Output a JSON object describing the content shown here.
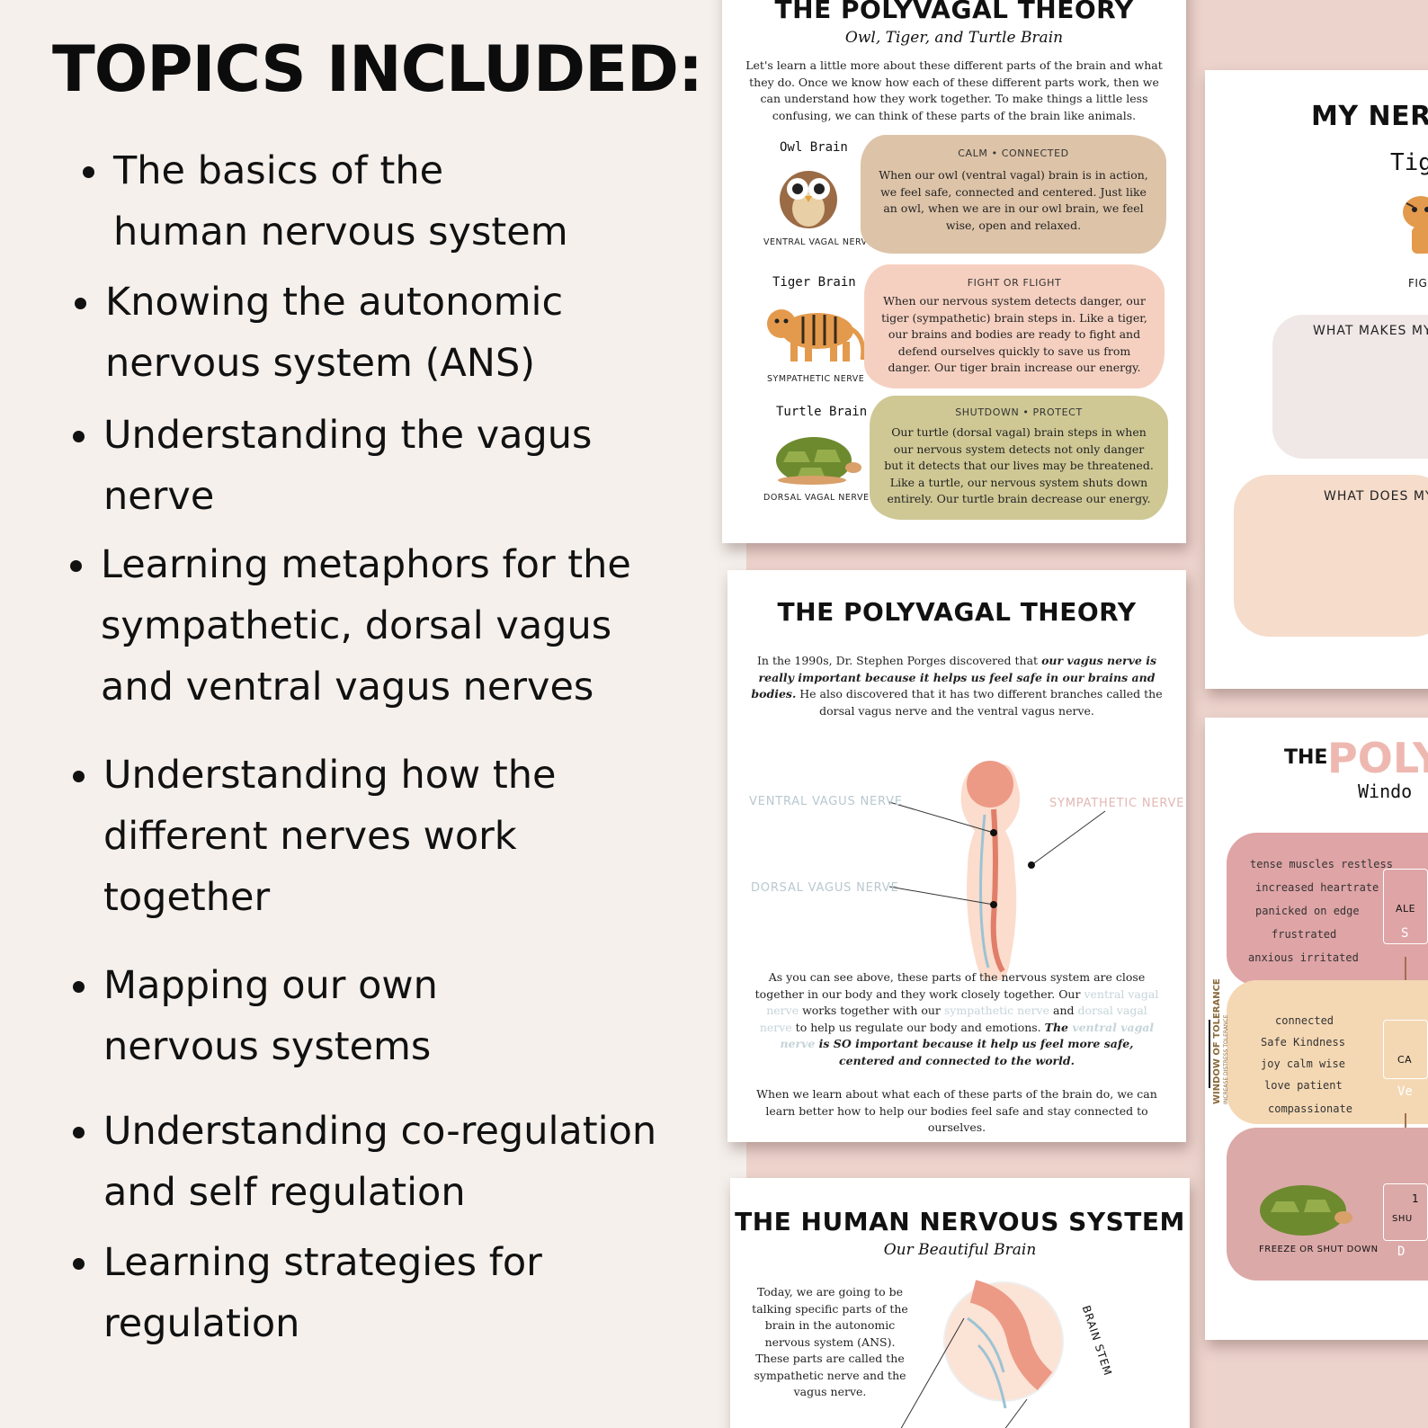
{
  "left": {
    "heading": "TOPICS INCLUDED:",
    "topics": [
      {
        "line1": "The basics of the",
        "line2": "human nervous system"
      },
      {
        "line1": "Knowing the autonomic",
        "line2": "nervous system (ANS)"
      },
      {
        "line1": "Understanding the vagus",
        "line2": "nerve"
      },
      {
        "line1": "Learning metaphors for the",
        "line2": "sympathetic, dorsal vagus",
        "line3": "and ventral vagus nerves"
      },
      {
        "line1": "Understanding how the",
        "line2": "different nerves work",
        "line3": "together"
      },
      {
        "line1": "Mapping our own",
        "line2": "nervous systems"
      },
      {
        "line1": "Understanding co-regulation",
        "line2": "and self regulation"
      },
      {
        "line1": "Learning strategies for",
        "line2": "regulation"
      }
    ]
  },
  "page1": {
    "title": "THE POLYVAGAL THEORY",
    "subtitle": "Owl, Tiger, and Turtle Brain",
    "intro": "Let's learn a little more about these different parts of the brain and what they do.  Once we know how each of these different parts work, then we can understand how they work together.  To make things a little less confusing, we can think of these parts of the brain like animals.",
    "animals": [
      {
        "name": "Owl Brain",
        "nerve": "VENTRAL VAGAL NERVE",
        "heading": "CALM • CONNECTED",
        "text": "When our owl (ventral vagal) brain is in action, we feel safe, connected and centered. Just like an owl, when we are in our owl brain, we feel wise, open and relaxed.",
        "color": "#ddc3a8"
      },
      {
        "name": "Tiger Brain",
        "nerve": "SYMPATHETIC NERVE",
        "heading": "FIGHT OR FLIGHT",
        "text": "When our nervous system detects danger, our tiger (sympathetic) brain steps in.  Like a tiger, our brains and bodies are ready to fight and defend ourselves quickly to save us from danger. Our tiger brain increase our energy.",
        "color": "#f5d0c0"
      },
      {
        "name": "Turtle Brain",
        "nerve": "DORSAL VAGAL NERVE",
        "heading": "SHUTDOWN • PROTECT",
        "text": "Our turtle (dorsal vagal) brain steps in when our nervous system detects not only danger but it detects that our lives may be threatened. Like a turtle, our nervous system shuts down entirely.  Our turtle brain decrease our energy.",
        "color": "#cfc895"
      }
    ]
  },
  "page2": {
    "title": "THE POLYVAGAL THEORY",
    "intro_a": "In the 1990s, Dr. Stephen Porges discovered that ",
    "intro_b": "our vagus nerve is really important because it helps us feel safe in our brains and bodies.",
    "intro_c": "  He also discovered that it has two different branches called the dorsal vagus nerve and the ventral vagus nerve.",
    "labels": {
      "ventral": "VENTRAL VAGUS NERVE",
      "sympathetic": "SYMPATHETIC NERVE",
      "dorsal": "DORSAL VAGUS NERVE"
    },
    "body_a": "As you can see above, these parts of the nervous system are close together in our body and they work closely together.  Our ",
    "body_b": "ventral vagal nerve",
    "body_c": " works together with our ",
    "body_d": "sympathetic nerve",
    "body_e": " and ",
    "body_f": "dorsal vagal nerve",
    "body_g": " to help us regulate our body and emotions. ",
    "body_h": "The ",
    "body_i": "ventral vagal nerve",
    "body_j": " is SO important because it help us feel more safe, centered and connected to the world.",
    "closing": "When we learn about what each of these parts of the brain do, we can learn better how to help our bodies feel safe and stay connected to ourselves."
  },
  "page3": {
    "title": "THE HUMAN NERVOUS SYSTEM",
    "subtitle": "Our Beautiful Brain",
    "text": "Today, we are going to be talking specific parts of the brain in the autonomic nervous system (ANS). These parts are called the sympathetic nerve and the vagus nerve.",
    "label": "BRAIN STEM"
  },
  "page4": {
    "title": "MY NERV",
    "sub": "Tig",
    "fig": "FIG",
    "q1": "WHAT MAKES MY",
    "q2": "WHAT DOES MY"
  },
  "page5": {
    "the": "THE",
    "poly": "POLY",
    "windo": "Windo",
    "top_words": [
      "tense muscles  restless",
      "increased heartrate",
      "panicked     on edge",
      "frustrated",
      "anxious     irritated"
    ],
    "mid_words": [
      "connected",
      "Safe   Kindness",
      "joy  calm  wise",
      "love   patient",
      "compassionate"
    ],
    "side_label": "WINDOW OF TOLERANCE",
    "side_sub": "INCREASE DISTRESS TOLERANCE",
    "box1": "ALE",
    "box1b": "S",
    "box2": "CA",
    "box2b": "Ve",
    "box3": "SHU",
    "box3a": "1",
    "box3b": "D",
    "freeze": "FREEZE OR SHUT DOWN"
  },
  "colors": {
    "background": "#f5f0ec",
    "panel_pink": "#ecd3cc",
    "owl_blob": "#ddc3a8",
    "tiger_blob": "#f5d0c0",
    "turtle_blob": "#cfc895"
  }
}
